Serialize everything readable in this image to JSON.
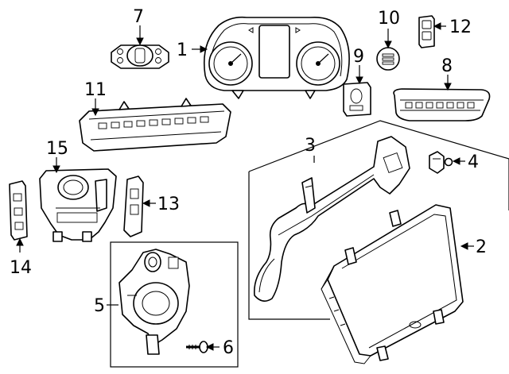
{
  "callouts": {
    "c1": "1",
    "c2": "2",
    "c3": "3",
    "c4": "4",
    "c5": "5",
    "c6": "6",
    "c7": "7",
    "c8": "8",
    "c9": "9",
    "c10": "10",
    "c11": "11",
    "c12": "12",
    "c13": "13",
    "c14": "14",
    "c15": "15"
  },
  "parts": {
    "instrument_cluster": "1",
    "display_screen": "2",
    "display_bracket": "3",
    "clip": "4",
    "ignition_module": "5",
    "screw": "6",
    "headlamp_switch": "7",
    "climate_control_panel": "8",
    "sensor_module": "9",
    "button_cap": "10",
    "small_switch": "12",
    "switch_bezel_panel": "11",
    "side_switch": "13",
    "side_trim_switch": "14",
    "console_controller": "15"
  },
  "colors": {
    "line": "#000000",
    "background": "#ffffff"
  }
}
